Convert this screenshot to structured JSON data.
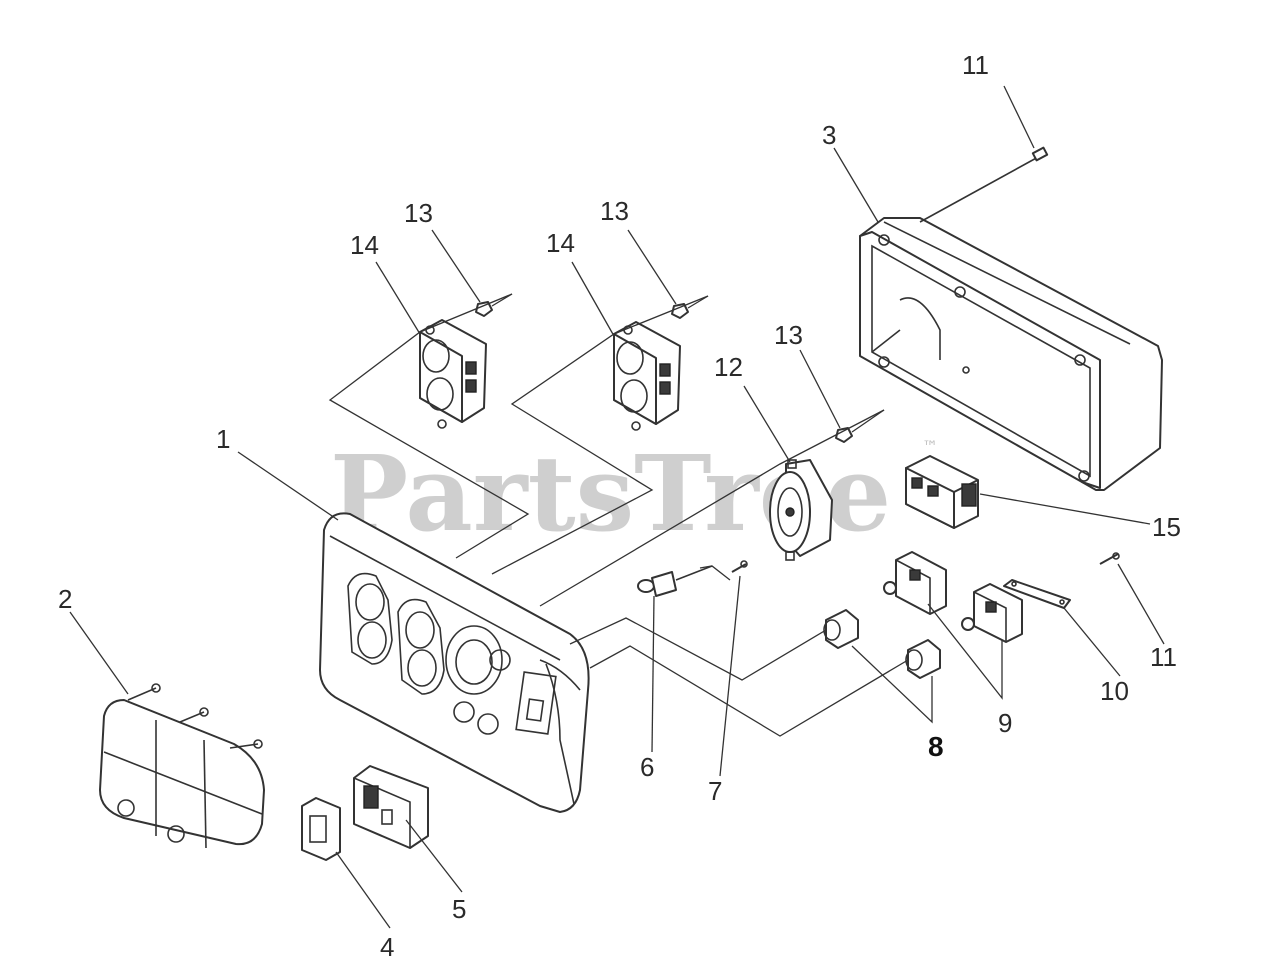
{
  "watermark": {
    "brand": "PartsTree",
    "trademark": "™"
  },
  "callouts": {
    "c1": "1",
    "c2": "2",
    "c3": "3",
    "c4": "4",
    "c5": "5",
    "c6": "6",
    "c7": "7",
    "c8": "8",
    "c9": "9",
    "c10": "10",
    "c11a": "11",
    "c11b": "11",
    "c12": "12",
    "c13a": "13",
    "c13b": "13",
    "c13c": "13",
    "c14a": "14",
    "c14b": "14",
    "c15": "15"
  }
}
